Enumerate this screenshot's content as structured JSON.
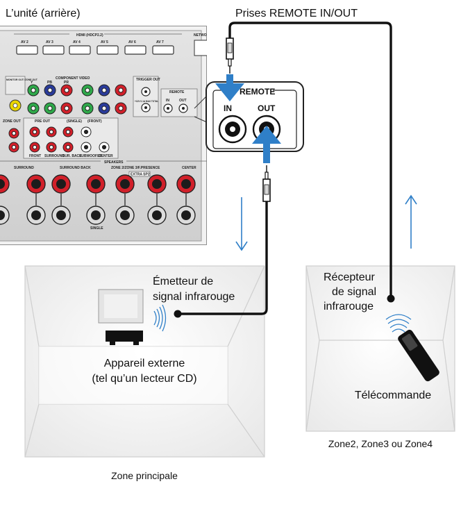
{
  "labels": {
    "unit_rear": "L’unité (arrière)",
    "remote_jacks": "Prises REMOTE IN/OUT",
    "ir_emitter_1": "Émetteur de",
    "ir_emitter_2": "signal infrarouge",
    "ir_receiver_1": "Récepteur",
    "ir_receiver_2": "de signal",
    "ir_receiver_3": "infrarouge",
    "external_device_1": "Appareil externe",
    "external_device_2": "(tel qu’un lecteur CD)",
    "remote_control": "Télécommande",
    "zone_sub": "Zone2, Zone3 ou Zone4",
    "zone_main": "Zone principale"
  },
  "panel": {
    "remote_box_title": "REMOTE",
    "jack_in": "IN",
    "jack_out": "OUT",
    "hdmi_title": "HDMI (HDCP2.2)",
    "hdmi_ports": [
      "AV 2",
      "AV 3",
      "AV 4",
      "AV 5",
      "AV 6",
      "AV 7"
    ],
    "network": "NETWO",
    "monitor_out": "MONITOR OUT/ ZONE OUT",
    "component_video": "COMPONENT VIDEO",
    "comp_labels": [
      "Y",
      "PB",
      "PR"
    ],
    "trigger_out": "TRIGGER OUT",
    "trigger_max": "+12V 0.1A MAX TOTAL",
    "remote_small": "REMOTE",
    "remote_small_in": "IN",
    "remote_small_out": "OUT",
    "pre_out": "PRE OUT",
    "single": "(SINGLE)",
    "front_paren": "(FRONT)",
    "pre_out_labels": [
      "FRONT",
      "SURROUND",
      "SUR. BACK",
      "SUBWOOFER",
      "CENTER"
    ],
    "zone_out": "ZONE OUT",
    "speakers": "SPEAKERS",
    "speaker_groups": [
      "SURROUND",
      "SURROUND BACK",
      "ZONE 2/ZONE 3/F.PRESENCE",
      "CENTER"
    ],
    "extra_sp": "EXTRA SP2",
    "single_bottom": "SINGLE"
  },
  "colors": {
    "arrow_blue": "#2f7fc8",
    "zone_shade": "#ececec",
    "panel_face": "#d8d8d8",
    "green": "#2fa84a",
    "blue": "#2a3b9a",
    "red": "#d1202a",
    "yellow": "#e9d400"
  }
}
